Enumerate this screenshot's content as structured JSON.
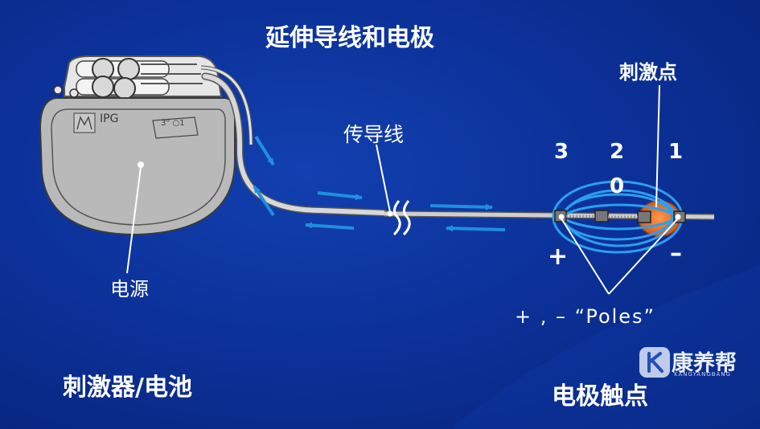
{
  "title": "延伸导线和电极",
  "labels": {
    "stimulation_point": "刺激点",
    "lead_wire": "传导线",
    "power_source": "电源",
    "stimulator_battery": "刺激器/电池",
    "electrode_contacts": "电极触点",
    "ipg": "IPG",
    "ipg_sub": "3° ○1"
  },
  "contacts": {
    "c3": "3",
    "c2": "2",
    "c1": "1",
    "c0": "0"
  },
  "polarity": {
    "plus": "+",
    "minus": "–",
    "poles_caption": "+ ,  –  “Poles”"
  },
  "brand": {
    "name": "康养帮",
    "pinyin": "KANGYANGBANG"
  },
  "colors": {
    "background": "#0b2f95",
    "arrow": "#1f8fe0",
    "device": "#b9b9b9",
    "stim_point": "#e8641a",
    "text": "#ffffff"
  }
}
